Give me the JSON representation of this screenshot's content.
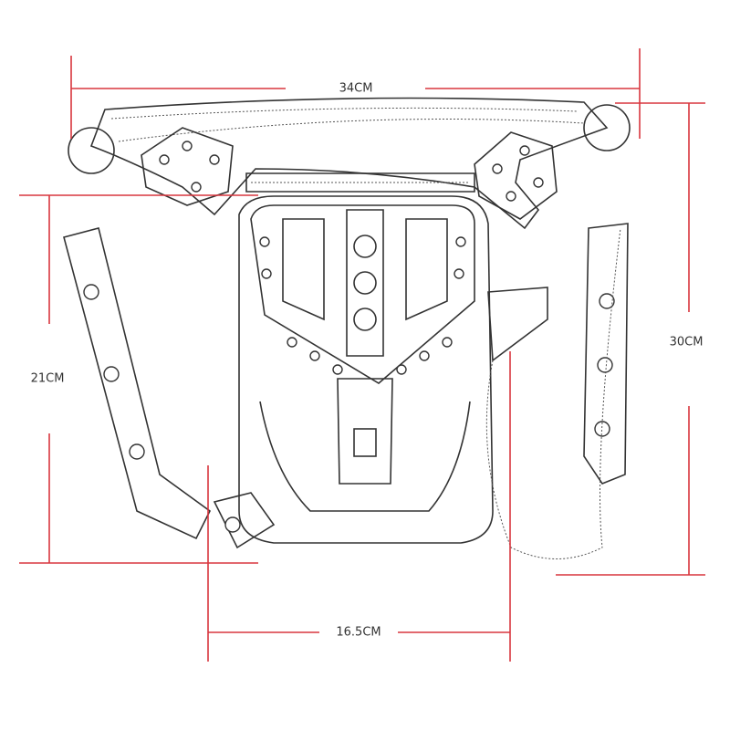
{
  "dimensions": {
    "width_top": "34CM",
    "height_right": "30CM",
    "height_left": "21CM",
    "width_bottom": "16.5CM"
  },
  "colors": {
    "dimension_line": "#d9363e",
    "sketch": "#333333"
  }
}
